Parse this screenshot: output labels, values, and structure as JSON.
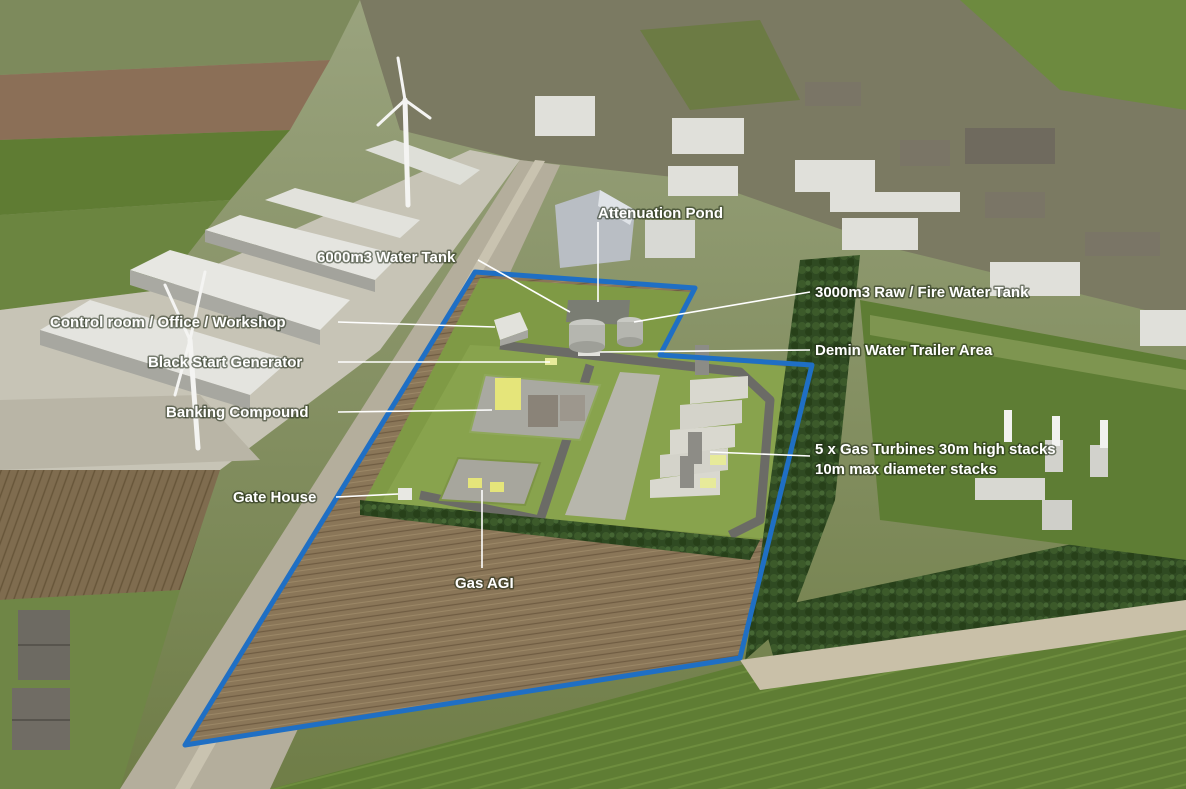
{
  "image": {
    "description_color_boundary": "#1f6fc4",
    "labels": {
      "attenuation_pond": "Attenuation Pond",
      "water_tank": "6000m3 Water Tank",
      "raw_fire_tank": "3000m3 Raw / Fire Water Tank",
      "control_room": "Control room / Office / Workshop",
      "black_start": "Black Start Generator",
      "demin_area": "Demin Water Trailer Area",
      "banking_compound": "Banking Compound",
      "gas_turbines_line1": "5 x Gas Turbines 30m high stacks",
      "gas_turbines_line2": "10m max diameter stacks",
      "gate_house": "Gate House",
      "gas_agi": "Gas AGI"
    }
  }
}
